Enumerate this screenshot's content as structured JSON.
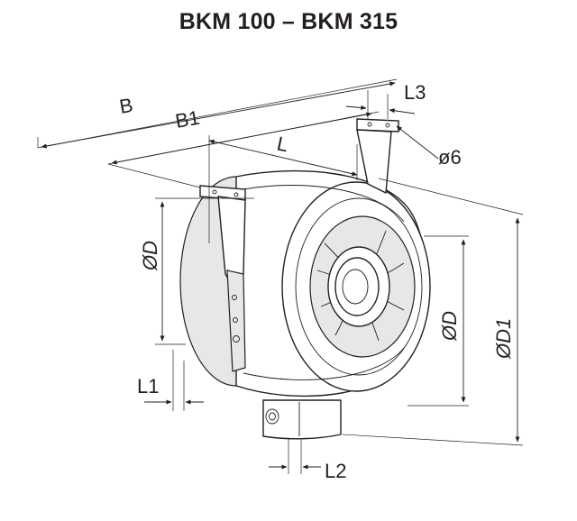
{
  "title": "BKM 100 – BKM 315",
  "labels": {
    "B": "B",
    "B1": "B1",
    "L": "L",
    "L1": "L1",
    "L2": "L2",
    "L3": "L3",
    "D_left": "ØD",
    "D_right": "ØD",
    "D1": "ØD1",
    "hole": "ø6"
  },
  "colors": {
    "line": "#231f20",
    "fill": "#ffffff",
    "shade": "#e6e7e8"
  }
}
